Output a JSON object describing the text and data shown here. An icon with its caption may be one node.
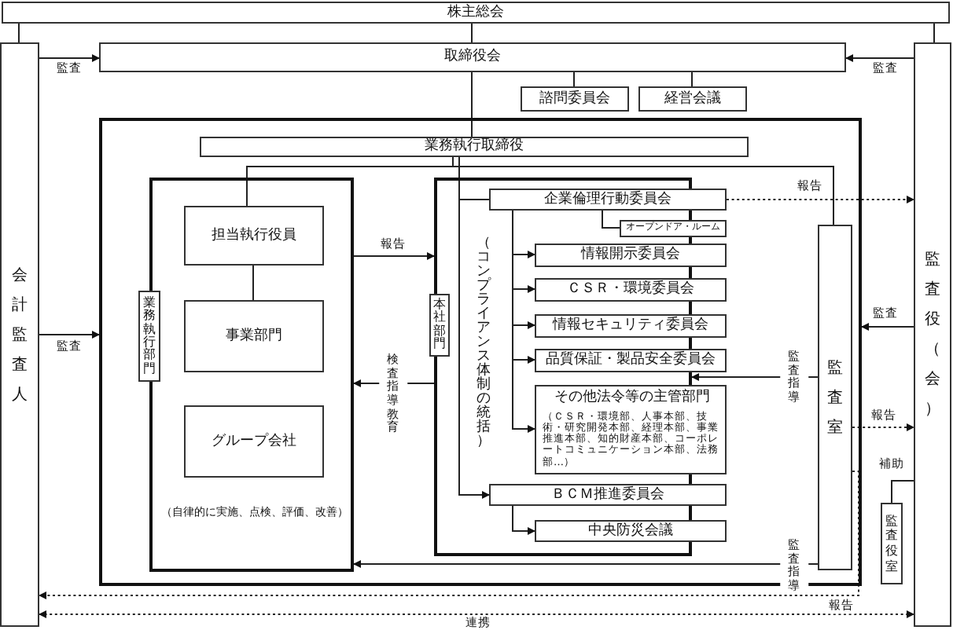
{
  "diagram": {
    "nodes": [
      {
        "text": [
          "株主総会"
        ]
      },
      {
        "text": [
          "会計監査人"
        ]
      },
      {
        "text": [
          "監査役（会）"
        ]
      },
      {
        "text": [
          "取締役会"
        ]
      },
      {
        "text": [
          "諮問委員会"
        ]
      },
      {
        "text": [
          "経営会議"
        ]
      },
      {
        "text": [],
        "shape": "box"
      },
      {
        "text": [
          "業務執行取締役"
        ],
        "in": 6
      },
      {
        "text": [
          "（自律的に実施、点検、評価、改善）"
        ],
        "in": 6
      },
      {
        "text": [
          "担当執行役員"
        ],
        "in": 8
      },
      {
        "text": [
          "事業部門"
        ],
        "in": 8
      },
      {
        "text": [
          "グループ会社"
        ],
        "in": 8
      },
      {
        "text": [
          "本社部門",
          "（コンプライアンス体制の統括）"
        ],
        "in": 6
      },
      {
        "text": [
          "企業倫理行動委員会"
        ],
        "in": 12
      },
      {
        "text": [
          "オープンドア・ルーム"
        ],
        "in": 12
      },
      {
        "text": [
          "情報開示委員会"
        ],
        "in": 12
      },
      {
        "text": [
          "ＣＳＲ・環境委員会"
        ],
        "in": 12
      },
      {
        "text": [
          "情報セキュリティ委員会"
        ],
        "in": 12
      },
      {
        "text": [
          "品質保証・製品安全委員会"
        ],
        "in": 12
      },
      {
        "text": [
          "その他法令等の主管部門",
          "（ＣＳＲ・環境部、人事本部、技術・研究開発本部、経理本部、事業推進本部、知的財産本部、コーポレートコミュニケーション本部、法務部…）"
        ],
        "in": 12
      },
      {
        "text": [
          "ＢＣＭ推進委員会"
        ],
        "in": 12
      },
      {
        "text": [
          "中央防災会議"
        ],
        "in": 12
      },
      {
        "text": [
          "監査室"
        ],
        "in": 6
      },
      {
        "text": [
          "監査役室"
        ]
      },
      {
        "text": [
          "業務執行部門"
        ],
        "in": 6
      }
    ],
    "edges": [
      {
        "from": 0,
        "to": 1,
        "arrow": "none"
      },
      {
        "from": 0,
        "to": 3,
        "arrow": "none"
      },
      {
        "from": 0,
        "to": 2,
        "arrow": "none"
      },
      {
        "from": 1,
        "to": 3,
        "arrow": "to",
        "label": "監査"
      },
      {
        "from": 2,
        "to": 3,
        "arrow": "to",
        "label": "監査"
      },
      {
        "from": 3,
        "to": 4,
        "arrow": "none"
      },
      {
        "from": 3,
        "to": 5,
        "arrow": "none"
      },
      {
        "from": 3,
        "to": 7,
        "arrow": "none"
      },
      {
        "from": 7,
        "to": 9,
        "arrow": "none"
      },
      {
        "from": 9,
        "to": 10,
        "arrow": "none"
      },
      {
        "from": 7,
        "to": 13,
        "arrow": "none"
      },
      {
        "from": 7,
        "to": 20,
        "arrow": "to"
      },
      {
        "from": 7,
        "to": 22,
        "arrow": "none"
      },
      {
        "from": 13,
        "to": 14,
        "arrow": "none"
      },
      {
        "from": 13,
        "to": 15,
        "arrow": "to"
      },
      {
        "from": 13,
        "to": 16,
        "arrow": "to"
      },
      {
        "from": 13,
        "to": 17,
        "arrow": "to"
      },
      {
        "from": 13,
        "to": 18,
        "arrow": "to"
      },
      {
        "from": 13,
        "to": 19,
        "arrow": "to"
      },
      {
        "from": 20,
        "to": 21,
        "arrow": "to"
      },
      {
        "from": 13,
        "to": 2,
        "arrow": "to",
        "label": "報告",
        "style": "dashed"
      },
      {
        "from": 8,
        "to": 12,
        "arrow": "to",
        "label": "報告"
      },
      {
        "from": 12,
        "to": 8,
        "arrow": "to",
        "label": "検査指導教育"
      },
      {
        "from": 1,
        "to": 6,
        "arrow": "to",
        "label": "監査"
      },
      {
        "from": 2,
        "to": 6,
        "arrow": "to",
        "label": "監査"
      },
      {
        "from": 22,
        "to": 12,
        "arrow": "to",
        "label": "監査指導"
      },
      {
        "from": 22,
        "to": 8,
        "arrow": "to",
        "label": "監査指導"
      },
      {
        "from": 22,
        "to": 2,
        "arrow": "to",
        "label": "報告",
        "style": "dashed"
      },
      {
        "from": 23,
        "to": 2,
        "arrow": "none",
        "label": "補助"
      },
      {
        "from": 22,
        "to": 1,
        "arrow": "to",
        "label": "報告",
        "style": "dashed"
      },
      {
        "from": 1,
        "to": 2,
        "arrow": "both",
        "label": "連携",
        "style": "dashed"
      }
    ]
  }
}
